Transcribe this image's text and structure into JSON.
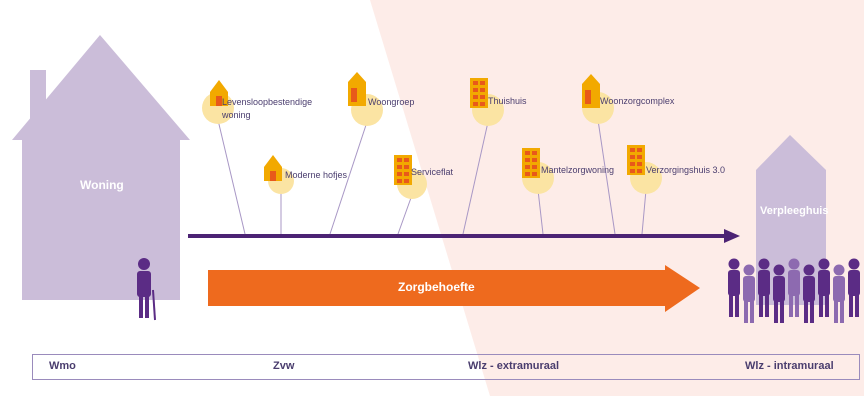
{
  "woning": {
    "label": "Woning"
  },
  "verpleeghuis": {
    "label": "Verpleeghuis"
  },
  "zorgbehoefte": {
    "label": "Zorgbehoefte"
  },
  "housing_types": [
    {
      "label": "Levensloopbestendige woning"
    },
    {
      "label": "Moderne hofjes"
    },
    {
      "label": "Woongroep"
    },
    {
      "label": "Serviceflat"
    },
    {
      "label": "Thuishuis"
    },
    {
      "label": "Mantelzorgwoning"
    },
    {
      "label": "Woonzorgcomplex"
    },
    {
      "label": "Verzorgingshuis 3.0"
    }
  ],
  "funding_bar": [
    "Wmo",
    "Zvw",
    "Wlz - extramuraal",
    "Wlz - intramuraal"
  ],
  "colors": {
    "house_purple": "#cbbdd9",
    "timeline_purple": "#4c2374",
    "arrow_orange": "#ee6a1e",
    "bubble_yellow": "#fbe4a3",
    "icon_orange": "#f2a900",
    "icon_red": "#e8591a",
    "region_pink": "#fdece8",
    "person_purple": "#5b2c85"
  }
}
